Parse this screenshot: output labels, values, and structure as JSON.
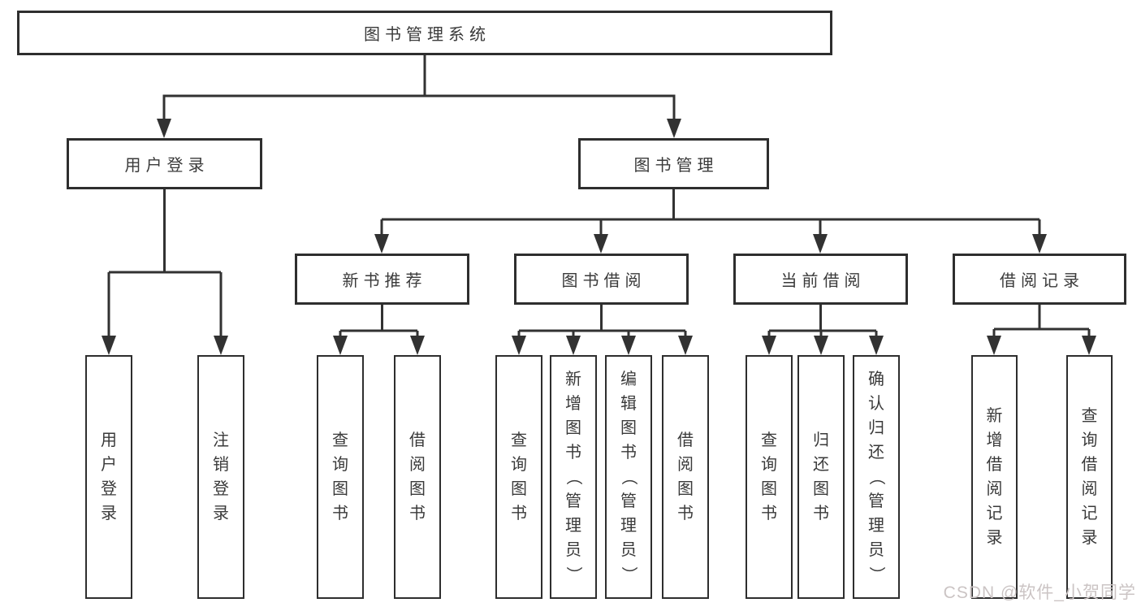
{
  "tree": {
    "label": "图书管理系统",
    "children": [
      {
        "label": "用户登录",
        "children": [
          {
            "label": "用户登录"
          },
          {
            "label": "注销登录"
          }
        ]
      },
      {
        "label": "图书管理",
        "children": [
          {
            "label": "新书推荐",
            "children": [
              {
                "label": "查询图书"
              },
              {
                "label": "借阅图书"
              }
            ]
          },
          {
            "label": "图书借阅",
            "children": [
              {
                "label": "查询图书"
              },
              {
                "label": "新增图书（管理员）"
              },
              {
                "label": "编辑图书（管理员）"
              },
              {
                "label": "借阅图书"
              }
            ]
          },
          {
            "label": "当前借阅",
            "children": [
              {
                "label": "查询图书"
              },
              {
                "label": "归还图书"
              },
              {
                "label": "确认归还（管理员）"
              }
            ]
          },
          {
            "label": "借阅记录",
            "children": [
              {
                "label": "新增借阅记录"
              },
              {
                "label": "查询借阅记录"
              }
            ]
          }
        ]
      }
    ]
  },
  "watermark": {
    "text": "CSDN @软件_小贺同学"
  },
  "colors": {
    "line": "#323232",
    "box_border": "#2e2e2e",
    "text": "#3a3a3a",
    "watermark": "#cbc4c4",
    "background": "#ffffff"
  }
}
